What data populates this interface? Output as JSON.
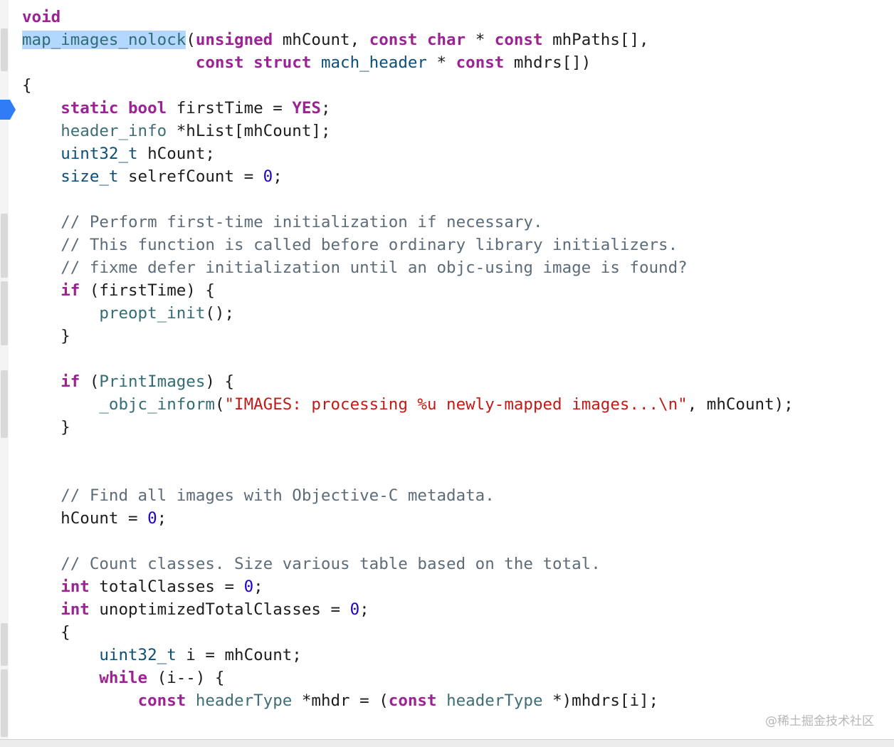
{
  "editor": {
    "language": "objective-c",
    "highlighted_token": "map_images_nolock",
    "breakpoint_line": 5,
    "lines": [
      [
        {
          "t": "void",
          "c": "kw"
        }
      ],
      [
        {
          "t": "map_images_nolock",
          "c": "fn sel"
        },
        {
          "t": "(",
          "c": ""
        },
        {
          "t": "unsigned",
          "c": "kw"
        },
        {
          "t": " mhCount, ",
          "c": ""
        },
        {
          "t": "const",
          "c": "kw"
        },
        {
          "t": " ",
          "c": ""
        },
        {
          "t": "char",
          "c": "kw"
        },
        {
          "t": " * ",
          "c": ""
        },
        {
          "t": "const",
          "c": "kw"
        },
        {
          "t": " mhPaths[],",
          "c": ""
        }
      ],
      [
        {
          "t": "                  ",
          "c": ""
        },
        {
          "t": "const",
          "c": "kw"
        },
        {
          "t": " ",
          "c": ""
        },
        {
          "t": "struct",
          "c": "kw"
        },
        {
          "t": " ",
          "c": ""
        },
        {
          "t": "mach_header",
          "c": "ty-sys"
        },
        {
          "t": " * ",
          "c": ""
        },
        {
          "t": "const",
          "c": "kw"
        },
        {
          "t": " mhdrs[])",
          "c": ""
        }
      ],
      [
        {
          "t": "{",
          "c": ""
        }
      ],
      [
        {
          "t": "    ",
          "c": ""
        },
        {
          "t": "static",
          "c": "kw"
        },
        {
          "t": " ",
          "c": ""
        },
        {
          "t": "bool",
          "c": "kw"
        },
        {
          "t": " firstTime = ",
          "c": ""
        },
        {
          "t": "YES",
          "c": "kw"
        },
        {
          "t": ";",
          "c": ""
        }
      ],
      [
        {
          "t": "    ",
          "c": ""
        },
        {
          "t": "header_info",
          "c": "ty"
        },
        {
          "t": " *hList[mhCount];",
          "c": ""
        }
      ],
      [
        {
          "t": "    ",
          "c": ""
        },
        {
          "t": "uint32_t",
          "c": "ty-sys"
        },
        {
          "t": " hCount;",
          "c": ""
        }
      ],
      [
        {
          "t": "    ",
          "c": ""
        },
        {
          "t": "size_t",
          "c": "ty-sys"
        },
        {
          "t": " selrefCount = ",
          "c": ""
        },
        {
          "t": "0",
          "c": "num"
        },
        {
          "t": ";",
          "c": ""
        }
      ],
      [],
      [
        {
          "t": "    ",
          "c": ""
        },
        {
          "t": "// Perform first-time initialization if necessary.",
          "c": "cm"
        }
      ],
      [
        {
          "t": "    ",
          "c": ""
        },
        {
          "t": "// This function is called before ordinary library initializers.",
          "c": "cm"
        }
      ],
      [
        {
          "t": "    ",
          "c": ""
        },
        {
          "t": "// fixme defer initialization until an objc-using image is found?",
          "c": "cm"
        }
      ],
      [
        {
          "t": "    ",
          "c": ""
        },
        {
          "t": "if",
          "c": "kw"
        },
        {
          "t": " (firstTime) {",
          "c": ""
        }
      ],
      [
        {
          "t": "        ",
          "c": ""
        },
        {
          "t": "preopt_init",
          "c": "fn"
        },
        {
          "t": "();",
          "c": ""
        }
      ],
      [
        {
          "t": "    }",
          "c": ""
        }
      ],
      [],
      [
        {
          "t": "    ",
          "c": ""
        },
        {
          "t": "if",
          "c": "kw"
        },
        {
          "t": " (",
          "c": ""
        },
        {
          "t": "PrintImages",
          "c": "fn"
        },
        {
          "t": ") {",
          "c": ""
        }
      ],
      [
        {
          "t": "        ",
          "c": ""
        },
        {
          "t": "_objc_inform",
          "c": "fn"
        },
        {
          "t": "(",
          "c": ""
        },
        {
          "t": "\"IMAGES: processing %u newly-mapped images...\\n\"",
          "c": "str"
        },
        {
          "t": ", mhCount);",
          "c": ""
        }
      ],
      [
        {
          "t": "    }",
          "c": ""
        }
      ],
      [],
      [],
      [
        {
          "t": "    ",
          "c": ""
        },
        {
          "t": "// Find all images with Objective-C metadata.",
          "c": "cm"
        }
      ],
      [
        {
          "t": "    hCount = ",
          "c": ""
        },
        {
          "t": "0",
          "c": "num"
        },
        {
          "t": ";",
          "c": ""
        }
      ],
      [],
      [
        {
          "t": "    ",
          "c": ""
        },
        {
          "t": "// Count classes. Size various table based on the total.",
          "c": "cm"
        }
      ],
      [
        {
          "t": "    ",
          "c": ""
        },
        {
          "t": "int",
          "c": "kw"
        },
        {
          "t": " totalClasses = ",
          "c": ""
        },
        {
          "t": "0",
          "c": "num"
        },
        {
          "t": ";",
          "c": ""
        }
      ],
      [
        {
          "t": "    ",
          "c": ""
        },
        {
          "t": "int",
          "c": "kw"
        },
        {
          "t": " unoptimizedTotalClasses = ",
          "c": ""
        },
        {
          "t": "0",
          "c": "num"
        },
        {
          "t": ";",
          "c": ""
        }
      ],
      [
        {
          "t": "    {",
          "c": ""
        }
      ],
      [
        {
          "t": "        ",
          "c": ""
        },
        {
          "t": "uint32_t",
          "c": "ty-sys"
        },
        {
          "t": " i = mhCount;",
          "c": ""
        }
      ],
      [
        {
          "t": "        ",
          "c": ""
        },
        {
          "t": "while",
          "c": "kw"
        },
        {
          "t": " (i--) {",
          "c": ""
        }
      ],
      [
        {
          "t": "            ",
          "c": ""
        },
        {
          "t": "const",
          "c": "kw"
        },
        {
          "t": " ",
          "c": ""
        },
        {
          "t": "headerType",
          "c": "ty"
        },
        {
          "t": " *mhdr = (",
          "c": ""
        },
        {
          "t": "const",
          "c": "kw"
        },
        {
          "t": " ",
          "c": ""
        },
        {
          "t": "headerType",
          "c": "ty"
        },
        {
          "t": " *)mhdrs[i];",
          "c": ""
        }
      ]
    ]
  },
  "watermark": "@稀土掘金技术社区"
}
